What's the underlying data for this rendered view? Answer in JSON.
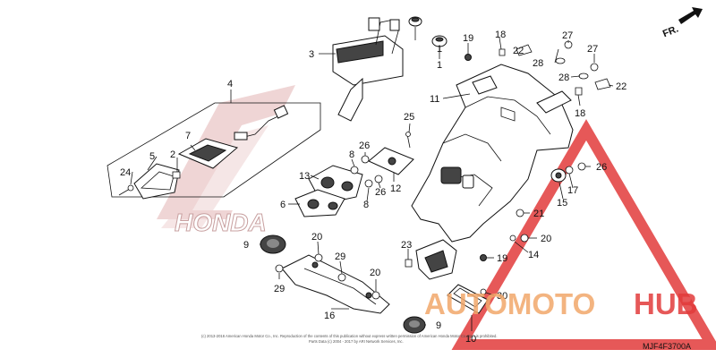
{
  "diagram": {
    "direction_label": "FR.",
    "diagram_code": "MJF4F3700A",
    "copyright_line_1": "(c) 2013-2016 American Honda Motor Co., Inc. Reproduction of the contents of this publication without express written permission of American Honda Motor Co., Inc. is prohibited.",
    "copyright_line_2": "Parts Data (c) 2004 - 2017 by ARI Network Services, Inc.",
    "background_brand": "HONDA",
    "watermark_text_left": "AUTOMOTO",
    "watermark_text_right": "HUB",
    "callouts": [
      {
        "id": "c1a",
        "label": "1"
      },
      {
        "id": "c1b",
        "label": "1"
      },
      {
        "id": "c2",
        "label": "2"
      },
      {
        "id": "c3",
        "label": "3"
      },
      {
        "id": "c4",
        "label": "4"
      },
      {
        "id": "c5",
        "label": "5"
      },
      {
        "id": "c6",
        "label": "6"
      },
      {
        "id": "c7",
        "label": "7"
      },
      {
        "id": "c8a",
        "label": "8"
      },
      {
        "id": "c8b",
        "label": "8"
      },
      {
        "id": "c9a",
        "label": "9"
      },
      {
        "id": "c9b",
        "label": "9"
      },
      {
        "id": "c10",
        "label": "10"
      },
      {
        "id": "c11",
        "label": "11"
      },
      {
        "id": "c12",
        "label": "12"
      },
      {
        "id": "c13",
        "label": "13"
      },
      {
        "id": "c14",
        "label": "14"
      },
      {
        "id": "c15",
        "label": "15"
      },
      {
        "id": "c16",
        "label": "16"
      },
      {
        "id": "c17",
        "label": "17"
      },
      {
        "id": "c18a",
        "label": "18"
      },
      {
        "id": "c18b",
        "label": "18"
      },
      {
        "id": "c19a",
        "label": "19"
      },
      {
        "id": "c19b",
        "label": "19"
      },
      {
        "id": "c20a",
        "label": "20"
      },
      {
        "id": "c20b",
        "label": "20"
      },
      {
        "id": "c20c",
        "label": "20"
      },
      {
        "id": "c21",
        "label": "21"
      },
      {
        "id": "c22a",
        "label": "22"
      },
      {
        "id": "c22b",
        "label": "22"
      },
      {
        "id": "c23",
        "label": "23"
      },
      {
        "id": "c24",
        "label": "24"
      },
      {
        "id": "c25",
        "label": "25"
      },
      {
        "id": "c26a",
        "label": "26"
      },
      {
        "id": "c26b",
        "label": "26"
      },
      {
        "id": "c26c",
        "label": "26"
      },
      {
        "id": "c27a",
        "label": "27"
      },
      {
        "id": "c27b",
        "label": "27"
      },
      {
        "id": "c28a",
        "label": "28"
      },
      {
        "id": "c28b",
        "label": "28"
      },
      {
        "id": "c29a",
        "label": "29"
      },
      {
        "id": "c29b",
        "label": "29"
      },
      {
        "id": "c30",
        "label": "30"
      }
    ]
  }
}
